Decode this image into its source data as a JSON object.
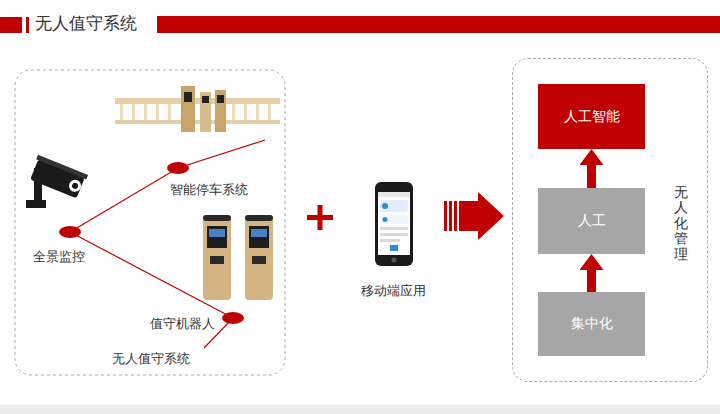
{
  "diagram": {
    "title": "无人值守系统",
    "nodes": [
      {
        "text": [
          "无人化管理"
        ]
      },
      {
        "text": [
          "人工智能"
        ],
        "in": 0
      },
      {
        "text": [
          "人工"
        ],
        "in": 0
      },
      {
        "text": [
          "集中化"
        ],
        "in": 0
      }
    ],
    "edges": [
      {
        "from": 3,
        "to": 2,
        "arrow": "to"
      },
      {
        "from": 2,
        "to": 1,
        "arrow": "to"
      }
    ],
    "labels": [
      "全景监控",
      "智能停车系统",
      "值守机器人",
      "无人值守系统",
      "移动端应用"
    ]
  }
}
